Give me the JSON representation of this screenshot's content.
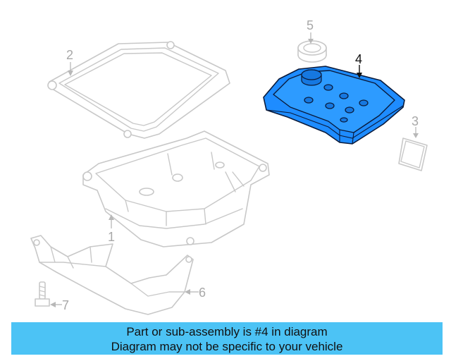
{
  "callouts": {
    "c1": "1",
    "c2": "2",
    "c3": "3",
    "c4": "4",
    "c5": "5",
    "c6": "6",
    "c7": "7"
  },
  "highlight": {
    "part_number": "4",
    "color": "#1e8cff"
  },
  "banner": {
    "line1": "Part or sub-assembly is #4 in diagram",
    "line2": "Diagram may not be specific to your vehicle",
    "background": "#4cc3f5"
  }
}
